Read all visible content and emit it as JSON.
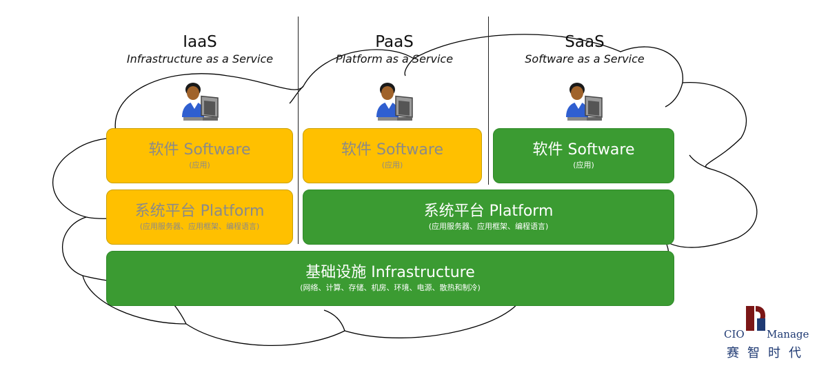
{
  "columns": [
    {
      "title": "IaaS",
      "subtitle": "Infrastructure as a Service"
    },
    {
      "title": "PaaS",
      "subtitle": "Platform as a Service"
    },
    {
      "title": "SaaS",
      "subtitle": "Software as a Service"
    }
  ],
  "layers": {
    "software": {
      "label": "软件 Software",
      "sub": "(应用)"
    },
    "platform": {
      "label": "系统平台 Platform",
      "sub": "(应用服务器、应用框架、编程语言)"
    },
    "infrastructure": {
      "label": "基础设施 Infrastructure",
      "sub": "(网络、计算、存储、机房、环境、电源、散热和制冷)"
    }
  },
  "icons": {
    "user": "user-at-computer-icon",
    "cloud": "cloud-outline"
  },
  "colors": {
    "customer_managed": "#ffc000",
    "provider_managed": "#3b9b32"
  },
  "logo": {
    "cio": "CIO",
    "manage": "Manage",
    "chinese": "赛智时代"
  }
}
